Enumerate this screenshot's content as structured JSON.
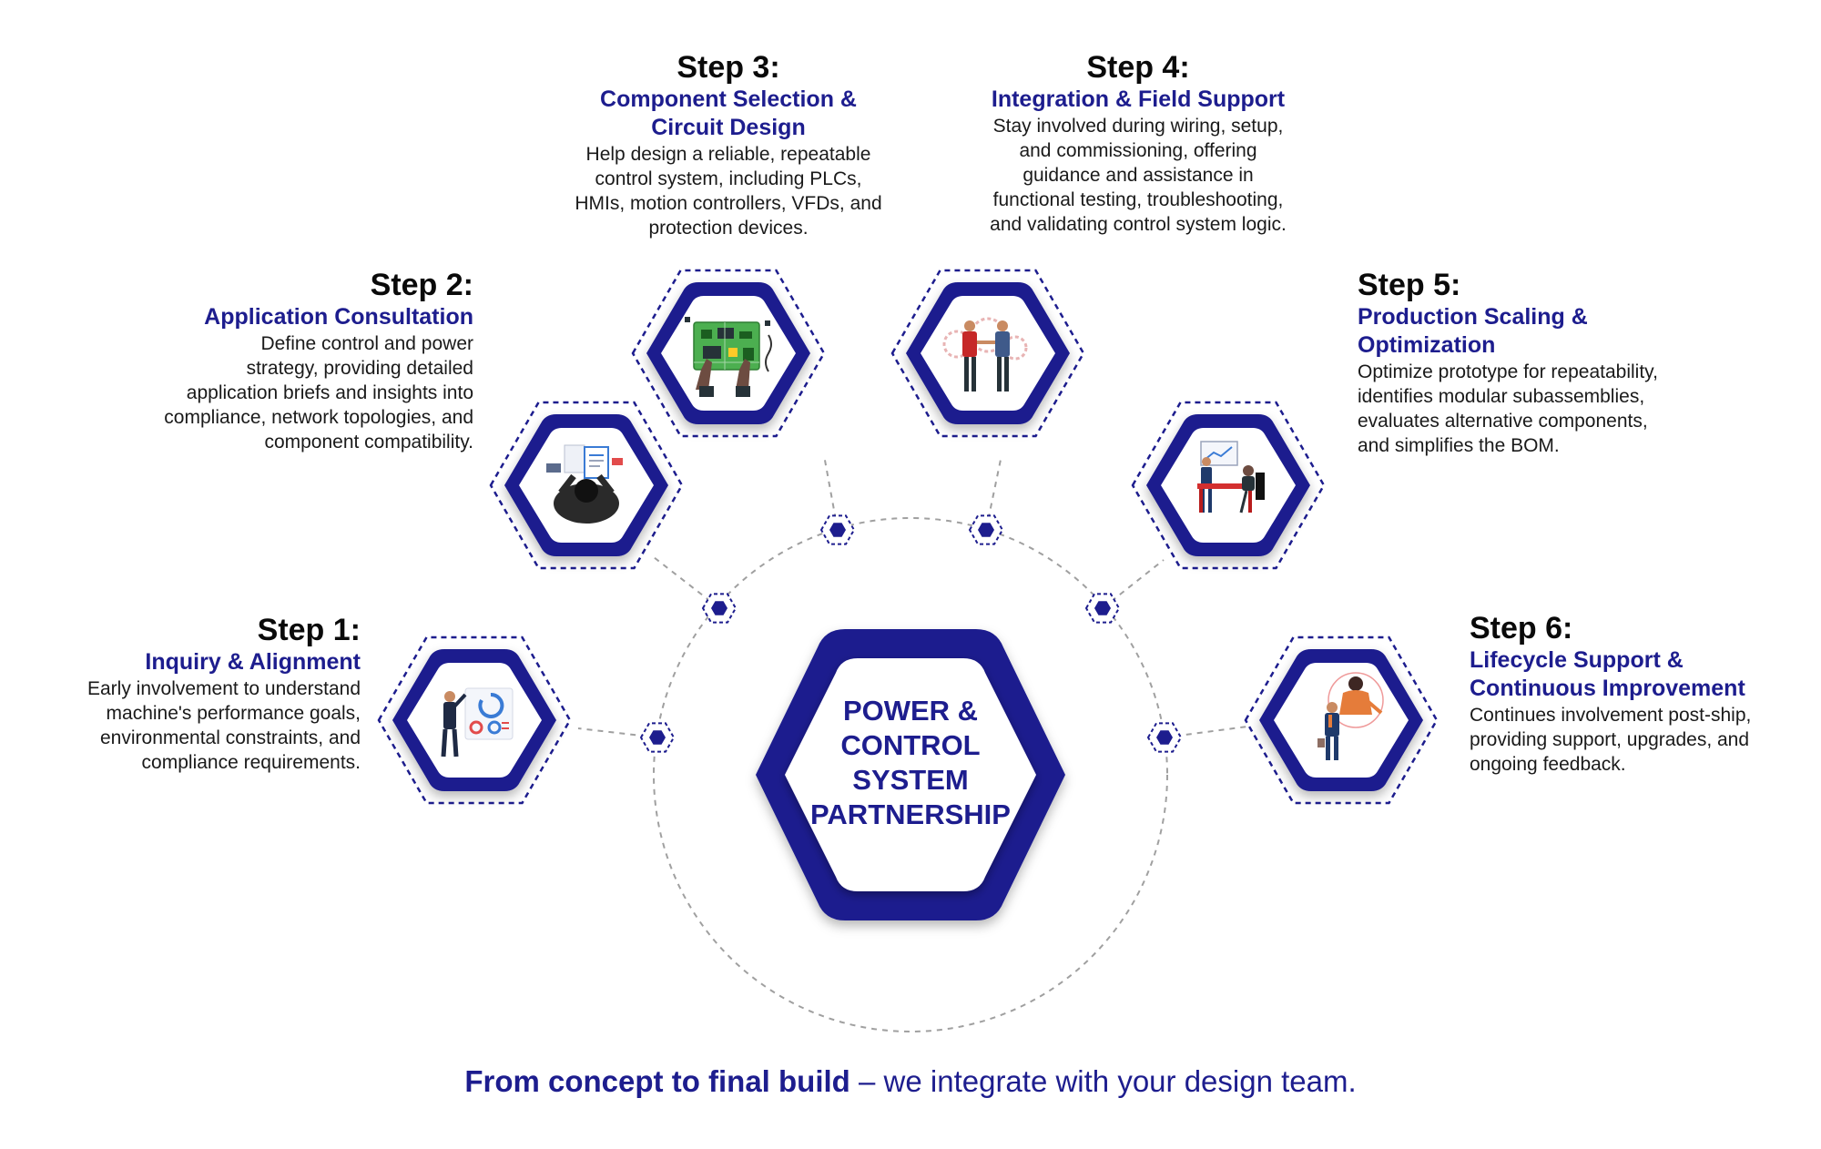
{
  "colors": {
    "navy": "#1d1d8e",
    "dark_navy": "#15157a",
    "connector_gray": "#a0a0a0",
    "text_dark": "#1a1a1a"
  },
  "center": {
    "lines": [
      "POWER &",
      "CONTROL",
      "SYSTEM",
      "PARTNERSHIP"
    ]
  },
  "steps": [
    {
      "label": "Step 1:",
      "title_lines": [
        "Inquiry & Alignment"
      ],
      "desc_lines": [
        "Early involvement to understand",
        "machine's performance goals,",
        "environmental constraints, and",
        "compliance requirements."
      ],
      "icon": "presenter-whiteboard-icon"
    },
    {
      "label": "Step 2:",
      "title_lines": [
        "Application Consultation"
      ],
      "desc_lines": [
        "Define control and power",
        "strategy, providing detailed",
        "application briefs and insights into",
        "compliance, network topologies, and",
        "component compatibility."
      ],
      "icon": "desk-consultant-icon"
    },
    {
      "label": "Step 3:",
      "title_lines": [
        "Component Selection &",
        "Circuit Design"
      ],
      "desc_lines": [
        "Help design a reliable, repeatable",
        "control system, including PLCs,",
        "HMIs, motion controllers, VFDs, and",
        "protection devices."
      ],
      "icon": "circuit-board-icon"
    },
    {
      "label": "Step 4:",
      "title_lines": [
        "Integration & Field Support"
      ],
      "desc_lines": [
        "Stay involved during wiring, setup,",
        "and commissioning, offering",
        "guidance and assistance in",
        "functional testing, troubleshooting,",
        "and validating control system logic."
      ],
      "icon": "handshake-gears-icon"
    },
    {
      "label": "Step 5:",
      "title_lines": [
        "Production Scaling &",
        "Optimization"
      ],
      "desc_lines": [
        "Optimize prototype for repeatability,",
        "identifies modular subassemblies,",
        "evaluates alternative components,",
        "and simplifies the BOM."
      ],
      "icon": "meeting-presentation-icon"
    },
    {
      "label": "Step 6:",
      "title_lines": [
        "Lifecycle Support &",
        "Continuous Improvement"
      ],
      "desc_lines": [
        "Continues involvement post-ship,",
        "providing support, upgrades, and",
        "ongoing feedback."
      ],
      "icon": "phone-support-icon"
    }
  ],
  "footer": {
    "bold": "From concept to final build",
    "rest": " – we integrate with your design team."
  }
}
